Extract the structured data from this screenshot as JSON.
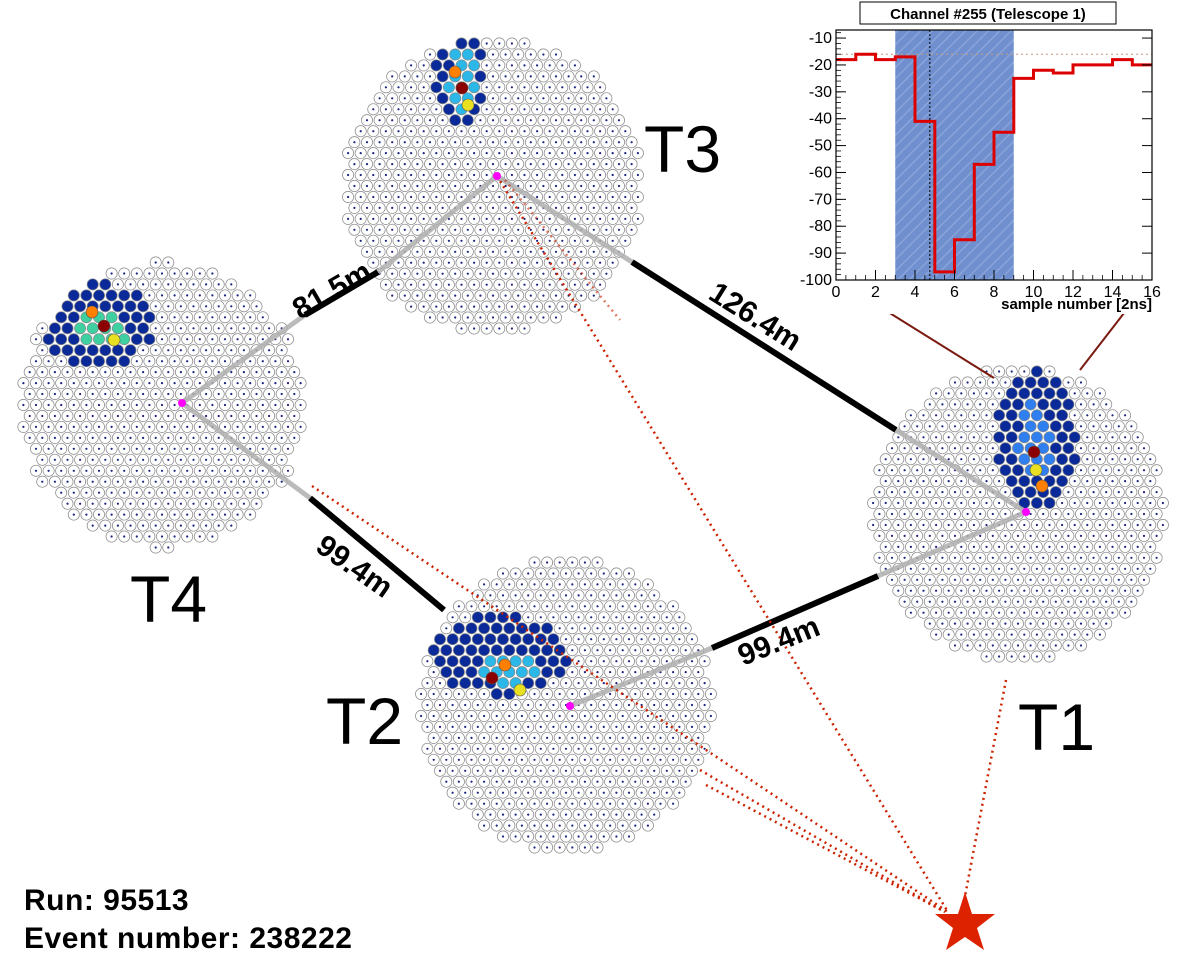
{
  "telescopes": [
    {
      "label": "T1"
    },
    {
      "label": "T2"
    },
    {
      "label": "T3"
    },
    {
      "label": "T4"
    }
  ],
  "baselines": [
    {
      "label": "81.5m"
    },
    {
      "label": "126.4m"
    },
    {
      "label": "99.4m"
    },
    {
      "label": "99.4m"
    }
  ],
  "run_info": {
    "run": "Run: 95513",
    "event": "Event number: 238222"
  },
  "colors": {
    "baseline": "#000000",
    "shower_axis": "#b0b0b0",
    "core_marker": "#ff00ff",
    "projection": "#cc2200",
    "star": "#dd2200",
    "trace": "#dd0000",
    "window": "#6f8fce",
    "connector": "#7a1a10"
  },
  "chart_data": {
    "type": "line",
    "title": "Channel #255 (Telescope 1)",
    "xlabel": "sample number [2ns]",
    "ylabel": "",
    "xlim": [
      0,
      16
    ],
    "ylim": [
      -100,
      -7
    ],
    "xticks": [
      "0",
      "2",
      "4",
      "6",
      "8",
      "10",
      "12",
      "14",
      "16"
    ],
    "yticks": [
      "-10",
      "-20",
      "-30",
      "-40",
      "-50",
      "-60",
      "-70",
      "-80",
      "-90",
      "-100"
    ],
    "integration_window": [
      3,
      9
    ],
    "peak_marker_x": 4.75,
    "baseline_level": -16,
    "series": [
      {
        "step": "post",
        "x": [
          0,
          1,
          2,
          3,
          4,
          5,
          6,
          7,
          8,
          9,
          10,
          11,
          12,
          13,
          14,
          15,
          16
        ],
        "values": [
          -18,
          -16,
          -18,
          -17,
          -41,
          -97,
          -85,
          -57,
          -45,
          -25,
          -22,
          -23,
          -20,
          -20,
          -18,
          -20,
          -20
        ]
      }
    ]
  }
}
